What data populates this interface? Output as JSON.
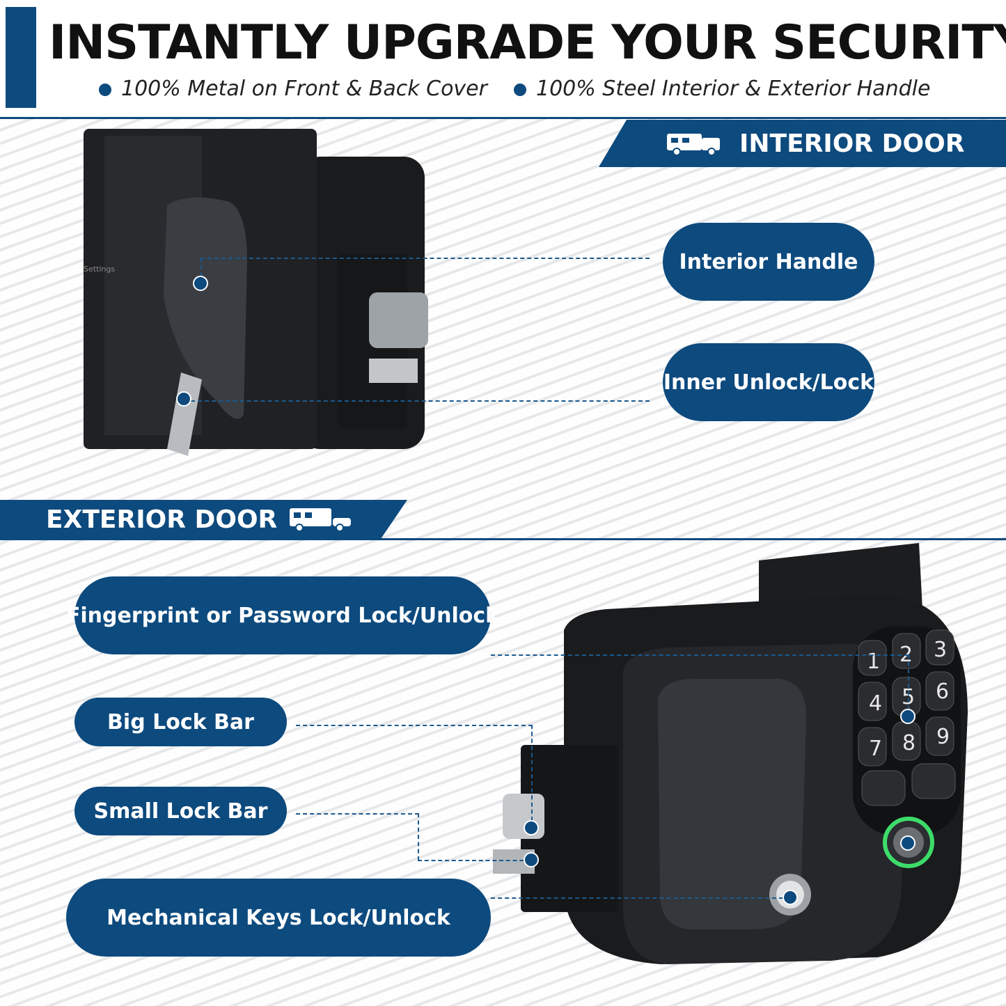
{
  "header": {
    "title": "INSTANTLY UPGRADE YOUR SECURITY",
    "features": [
      "100% Metal on Front & Back Cover",
      "100% Steel Interior & Exterior Handle"
    ]
  },
  "interior": {
    "banner": "INTERIOR DOOR",
    "icon": "rv-camper-icon",
    "callouts": [
      "Interior Handle",
      "Inner Unlock/Lock"
    ]
  },
  "exterior": {
    "banner": "EXTERIOR DOOR",
    "icon": "rv-motorhome-icon",
    "callouts": [
      "Fingerprint or Password Lock/Unlock",
      "Big Lock Bar",
      "Small Lock Bar",
      "Mechanical Keys Lock/Unlock"
    ]
  },
  "product": {
    "settings_label": "Settings",
    "keypad": [
      "1",
      "2",
      "3",
      "4",
      "5",
      "6",
      "7",
      "8",
      "9"
    ]
  },
  "colors": {
    "brand": "#0d4a7e",
    "fingerprint_ring": "#3ddc6a"
  }
}
